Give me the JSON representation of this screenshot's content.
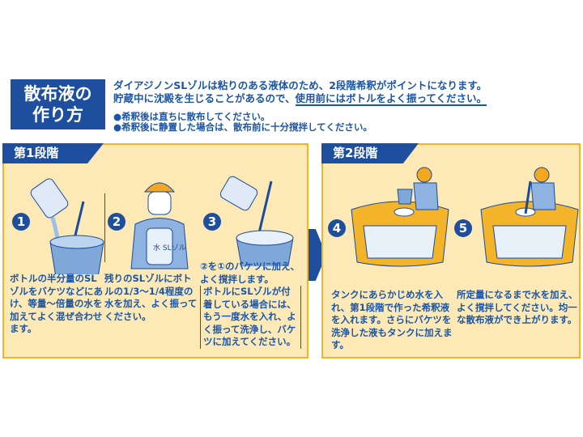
{
  "title": {
    "line1": "散布液の",
    "line2": "作り方"
  },
  "intro": {
    "line1": "ダイアジノンSLゾルは粘りのある液体のため、2段階希釈がポイントになります。",
    "line2_plain": "貯蔵中に沈殿を生じることがあるので、",
    "line2_underlined": "使用前にはボトルをよく振ってください。",
    "note1": "●希釈後は直ちに散布してください。",
    "note2": "●希釈後に静置した場合は、散布前に十分撹拌してください。"
  },
  "stage1": {
    "label": "第1段階",
    "steps": [
      {
        "num": "1",
        "text": "ボトルの半分量のSLゾルをバケツなどにあけ、等量～倍量の水を加えてよく混ぜ合わせます。"
      },
      {
        "num": "2",
        "text": "残りのSLゾルにボトルの1/3～1/4程度の水を加え、よく振ってください。",
        "bottle_label": "水 SLゾル"
      },
      {
        "num": "3",
        "text": "②を①のバケツに加え、よく撹拌します。",
        "note": "ボトルにSLゾルが付着している場合には、もう一度水を入れ、よく振って洗浄し、バケツに加えてください。"
      }
    ]
  },
  "stage2": {
    "label": "第2段階",
    "steps": [
      {
        "num": "4",
        "text": "タンクにあらかじめ水を入れ、第1段階で作った希釈液を入れます。さらにバケツを洗浄した液もタンクに加えます。"
      },
      {
        "num": "5",
        "text": "所定量になるまで水を加え、よく撹拌してください。均一な散布液ができ上がります。"
      }
    ]
  }
}
